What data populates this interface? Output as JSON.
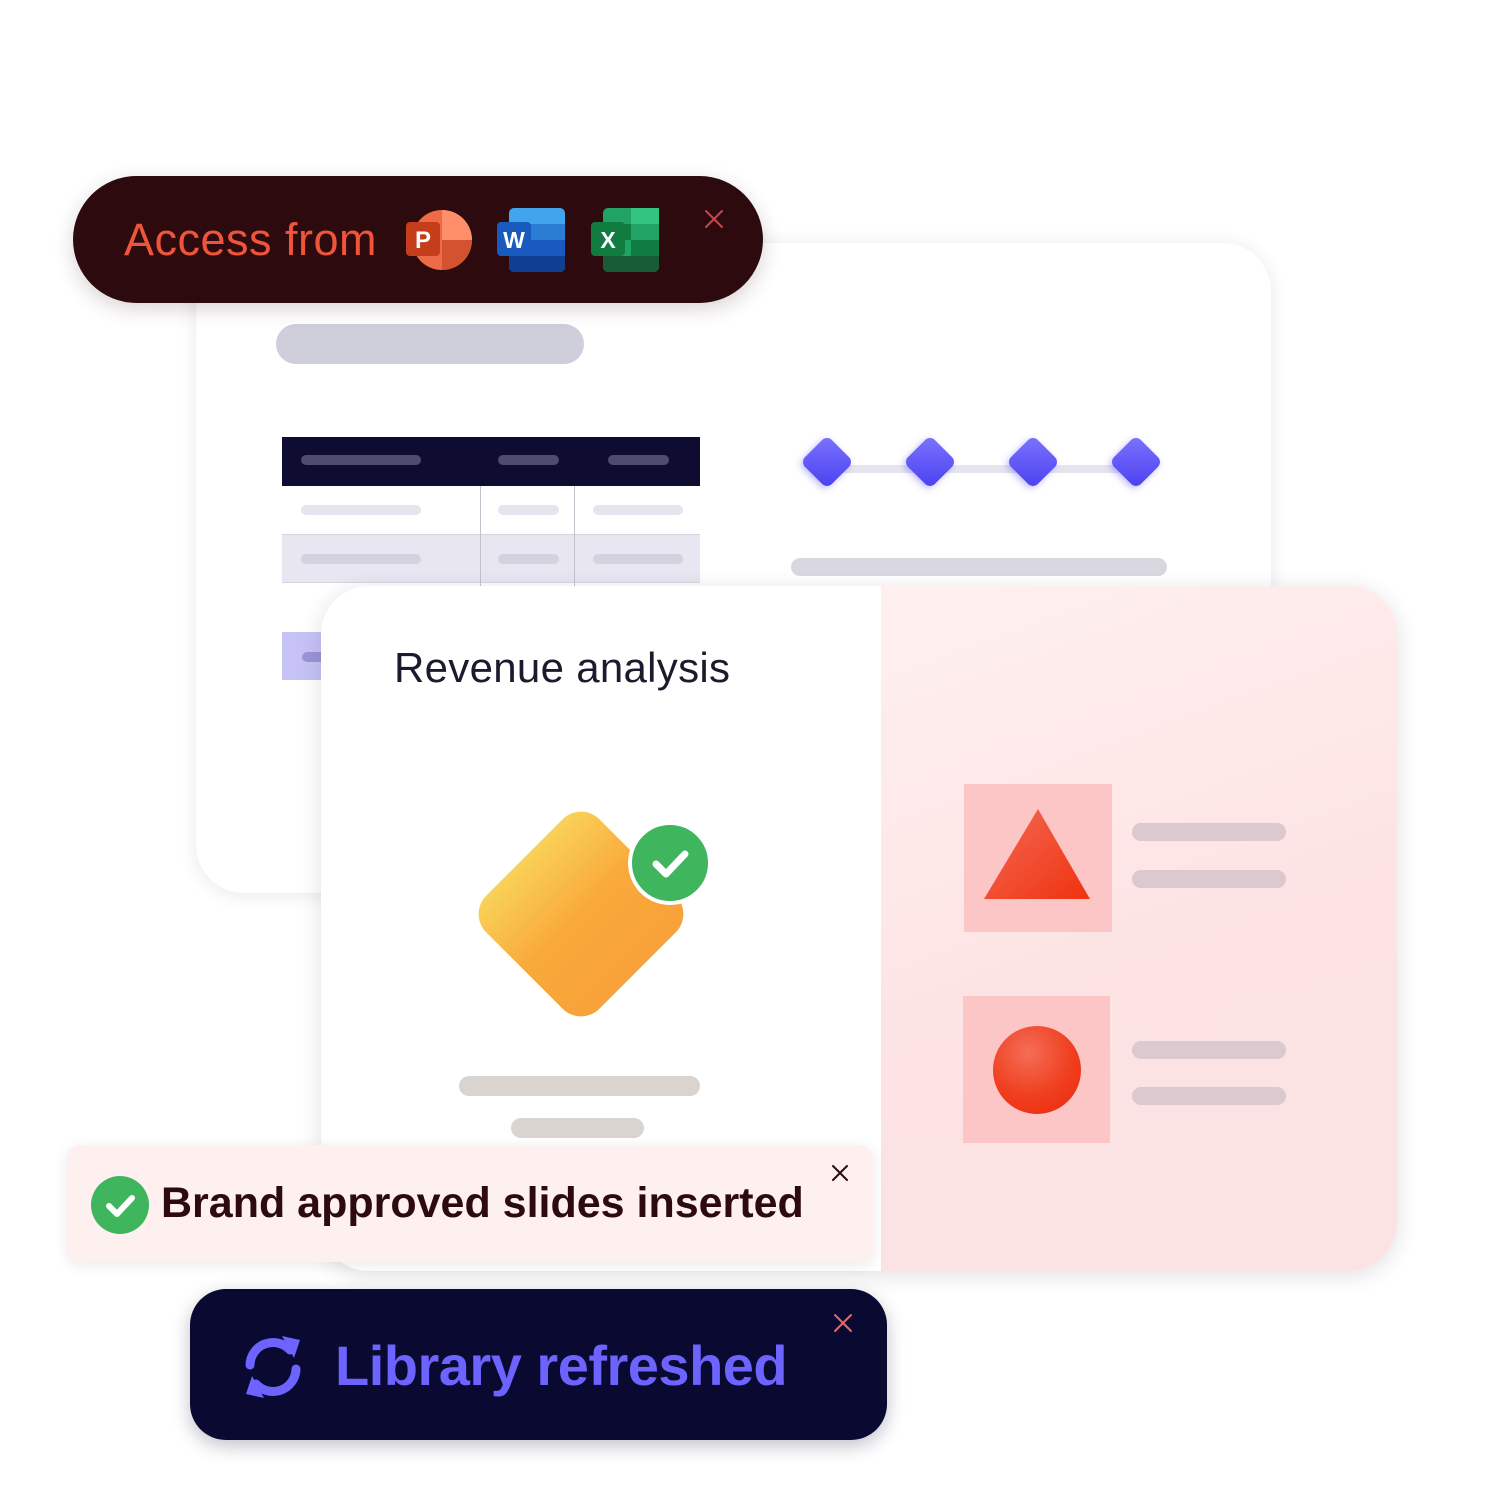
{
  "access_banner": {
    "label": "Access from",
    "apps": [
      {
        "name": "PowerPoint",
        "letter": "P",
        "icon": "powerpoint-icon"
      },
      {
        "name": "Word",
        "letter": "W",
        "icon": "word-icon"
      },
      {
        "name": "Excel",
        "letter": "X",
        "icon": "excel-icon"
      }
    ],
    "label_color": "#f0543a",
    "background": "#2c0a0d"
  },
  "slide": {
    "title": "Revenue analysis"
  },
  "toasts": {
    "brand": {
      "label": "Brand approved slides inserted",
      "icon": "check-circle-icon"
    },
    "library": {
      "label": "Library refreshed",
      "icon": "refresh-icon"
    }
  },
  "colors": {
    "accent_purple": "#6d63ff",
    "success_green": "#3fb55e",
    "navy": "#0a0931"
  }
}
